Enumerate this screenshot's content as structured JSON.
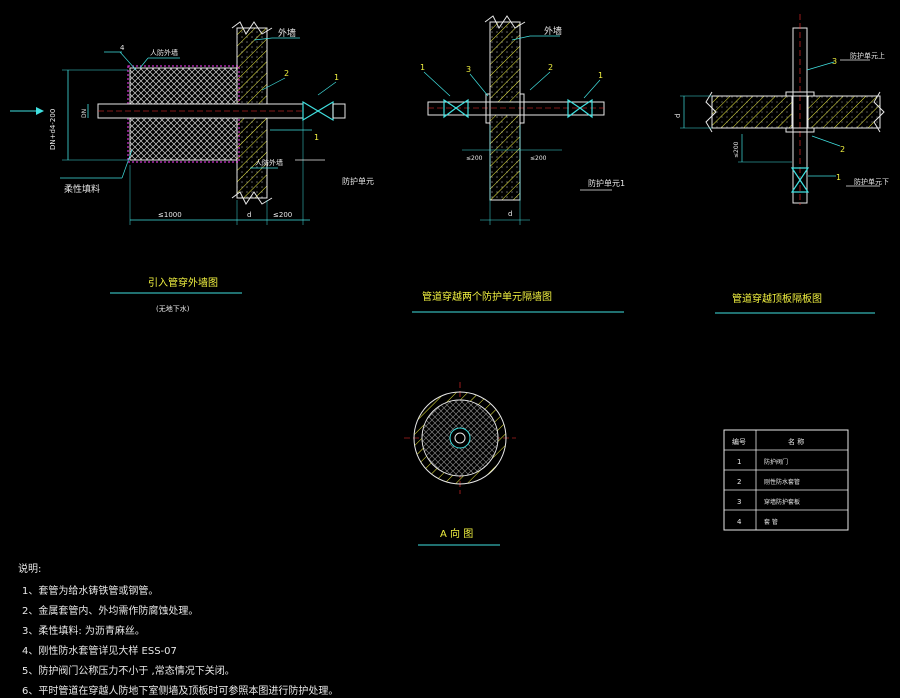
{
  "colors": {
    "background": "#000000",
    "cyan": "#40e0e0",
    "yellow": "#f0f040",
    "white": "#e8e8e8",
    "magenta": "#ff40ff",
    "red": "#ff3030",
    "green": "#40e040"
  },
  "fig1": {
    "title": "引入管穿外墙图",
    "subtitle": "(无地下水)",
    "label_flexible_fill": "柔性填料",
    "label_civil_outer_wall": "人防外墙",
    "label_outer_wall": "外墙",
    "label_civil_wall_2": "人防外墙",
    "label_protect_unit": "防护单元",
    "dim_left": "DN+d4-200",
    "dim_dn": "DN",
    "dim_len": "≤1000",
    "dim_d": "d",
    "dim_200": "≤200",
    "call_1": "1",
    "call_2": "2",
    "call_3": "1",
    "call_4": "4"
  },
  "fig2": {
    "title": "管道穿越两个防护单元隔墙图",
    "label_outer_wall": "外墙",
    "label_protect_unit": "防护单元1",
    "dim_a": "≤200",
    "dim_b": "≤200",
    "dim_d": "d",
    "call_1": "1",
    "call_3": "3",
    "call_2": "2",
    "call_1b": "1"
  },
  "fig3": {
    "title": "管道穿越顶板隔板图",
    "label_unit_top": "防护单元上",
    "label_unit_bottom": "防护单元下",
    "dim_d": "d",
    "dim_200": "≤200",
    "call_3": "3",
    "call_2": "2",
    "call_1": "1"
  },
  "fig4": {
    "title": "A 向 图"
  },
  "legend_table": {
    "headers": [
      "编号",
      "名 称"
    ],
    "rows": [
      {
        "no": "1",
        "name": "防护阀门"
      },
      {
        "no": "2",
        "name": "刚性防水套管"
      },
      {
        "no": "3",
        "name": "穿墙防护套板"
      },
      {
        "no": "4",
        "name": "套 管"
      }
    ]
  },
  "notes": {
    "heading": "说明:",
    "items": [
      "1、套管为给水铸铁管或钢管。",
      "2、金属套管内、外均需作防腐蚀处理。",
      "3、柔性填料: 为沥青麻丝。",
      "4、刚性防水套管详见大样   ESS-07",
      "5、防护阀门公称压力不小于      ,常态情况下关闭。",
      "6、平时管道在穿越人防地下室侧墙及顶板时可参照本图进行防护处理。"
    ]
  }
}
